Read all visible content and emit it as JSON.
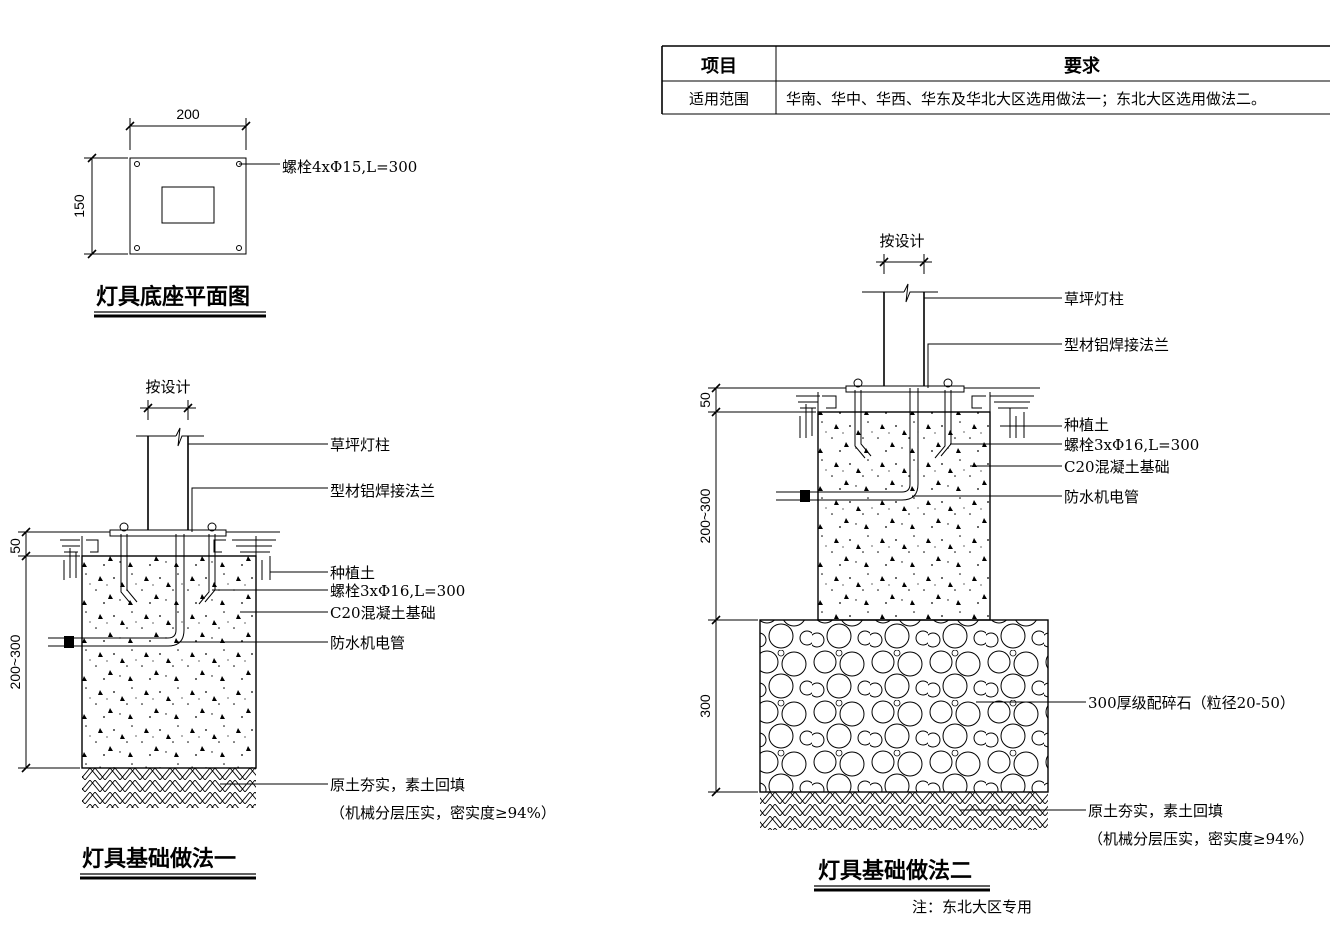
{
  "table": {
    "headers": [
      "项目",
      "要求"
    ],
    "rows": [
      [
        "适用范围",
        "华南、华中、华西、华东及华北大区选用做法一；东北大区选用做法二。"
      ]
    ]
  },
  "plan": {
    "title": "灯具底座平面图",
    "dim_width": "200",
    "dim_height": "150",
    "bolt_label": "螺栓4xΦ15,L=300"
  },
  "method1": {
    "title": "灯具基础做法一",
    "dim_top": "按设计",
    "dim_50": "50",
    "dim_depth": "200~300",
    "labels": [
      "草坪灯柱",
      "型材铝焊接法兰",
      "种植土",
      "螺栓3xΦ16,L=300",
      "C20混凝土基础",
      "防水机电管",
      "原土夯实，素土回填",
      "（机械分层压实，密实度≥94%）"
    ]
  },
  "method2": {
    "title": "灯具基础做法二",
    "note": "注：东北大区专用",
    "dim_top": "按设计",
    "dim_50": "50",
    "dim_depth": "200~300",
    "dim_gravel": "300",
    "labels": [
      "草坪灯柱",
      "型材铝焊接法兰",
      "种植土",
      "螺栓3xΦ16,L=300",
      "C20混凝土基础",
      "防水机电管",
      "300厚级配碎石（粒径20-50）",
      "原土夯实，素土回填",
      "（机械分层压实，密实度≥94%）"
    ]
  }
}
